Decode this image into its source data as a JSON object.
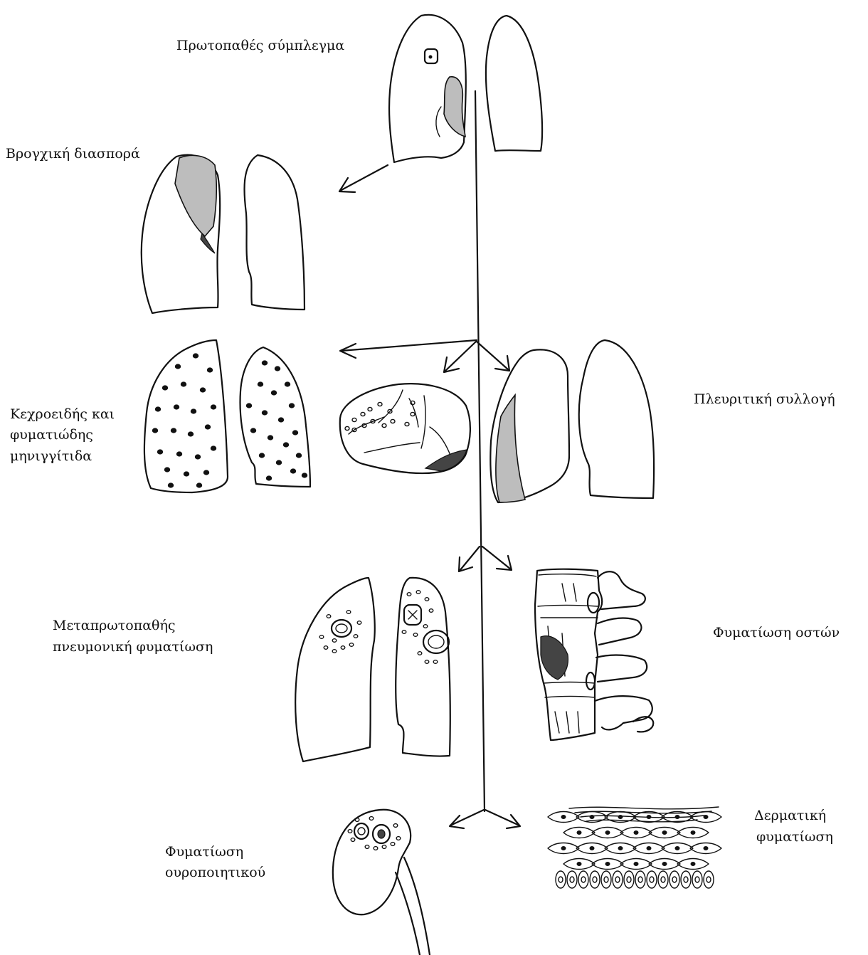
{
  "labels": {
    "primary_complex": "Πρωτοπαθές σύμπλεγμα",
    "bronchial_spread": "Βρογχική διασπορά",
    "miliary_line1": "Κεχροειδής και",
    "miliary_line2": "φυματιώδης",
    "miliary_line3": "μηνιγγίτιδα",
    "pleural_effusion": "Πλευριτική συλλογή",
    "post_primary_line1": "Μεταπρωτοπαθής",
    "post_primary_line2": "πνευμονική φυματίωση",
    "bone_tb": "Φυματίωση οστών",
    "urinary_line1": "Φυματίωση",
    "urinary_line2": "ουροποιητικού",
    "skin_line1": "Δερματική",
    "skin_line2": "φυματίωση"
  },
  "colors": {
    "ink": "#111111",
    "shading": "#bdbdbd",
    "background": "#ffffff"
  }
}
